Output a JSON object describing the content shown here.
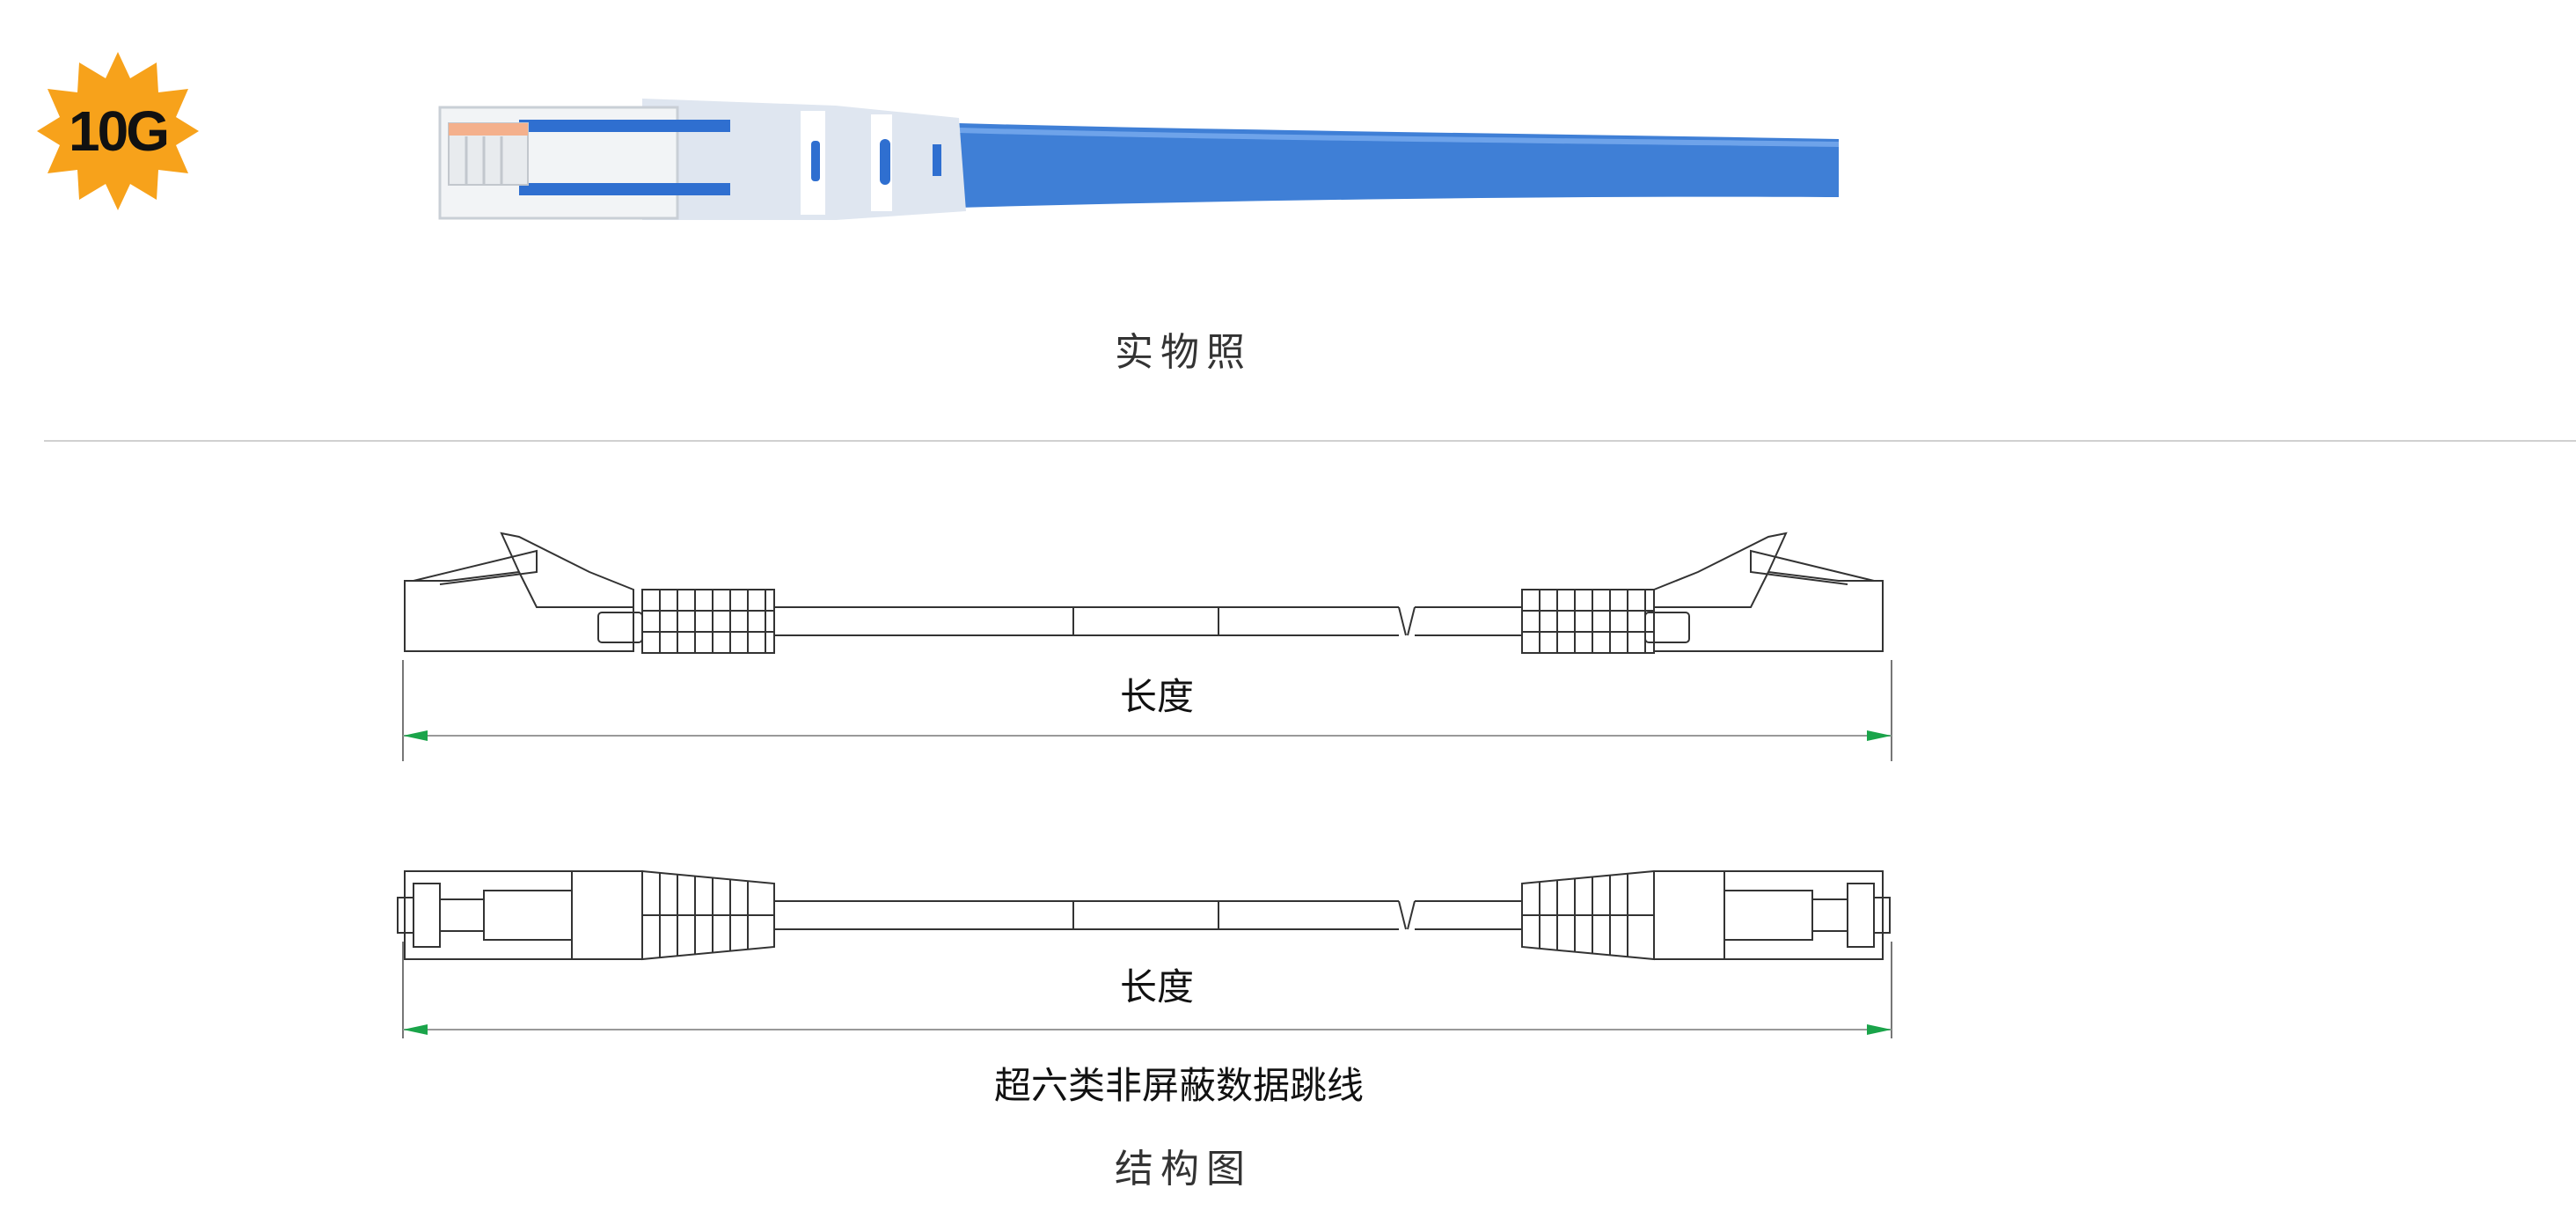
{
  "badge": {
    "text": "10G",
    "color": "#f7a21b"
  },
  "photo": {
    "caption": "实物照",
    "cable_color": "#3f7fd6"
  },
  "diagram": {
    "length_label_top": "长度",
    "length_label_bottom": "长度",
    "title": "超六类非屏蔽数据跳线",
    "caption": "结构图",
    "arrow_color": "#1aa44a"
  }
}
